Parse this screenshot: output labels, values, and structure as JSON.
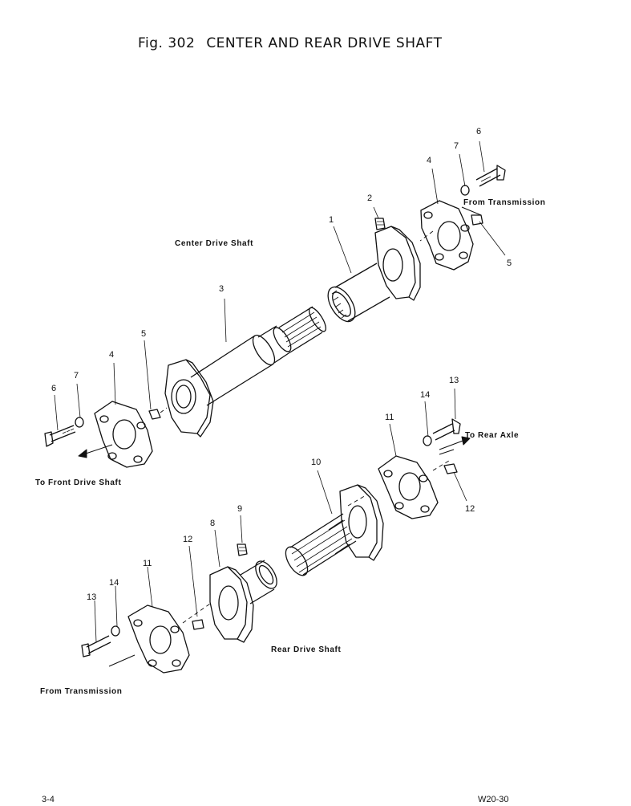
{
  "figure": {
    "number": "Fig. 302",
    "title": "CENTER AND REAR DRIVE SHAFT"
  },
  "labels": {
    "from_transmission_top": "From Transmission",
    "center_drive_shaft": "Center Drive Shaft",
    "to_front_drive_shaft": "To Front Drive Shaft",
    "to_rear_axle": "To Rear Axle",
    "rear_drive_shaft": "Rear Drive Shaft",
    "from_transmission_bottom": "From Transmission"
  },
  "callouts": {
    "p1": "1",
    "p2": "2",
    "p3": "3",
    "p4_top": "4",
    "p5_top": "5",
    "p6_top": "6",
    "p7_top": "7",
    "p4_left": "4",
    "p5_left": "5",
    "p6_left": "6",
    "p7_left": "7",
    "p8": "8",
    "p9": "9",
    "p10": "10",
    "p11_right": "11",
    "p12_right": "12",
    "p13_right": "13",
    "p14_right": "14",
    "p11_left": "11",
    "p12_left": "12",
    "p13_left": "13",
    "p14_left": "14"
  },
  "footer": {
    "page": "3-4",
    "code": "W20-30"
  }
}
